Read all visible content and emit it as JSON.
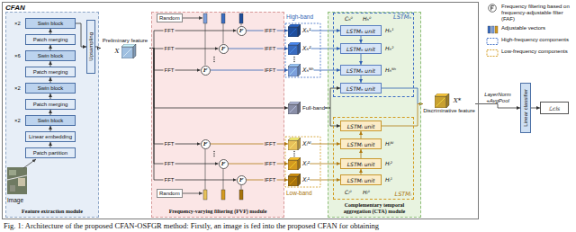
{
  "diagram": {
    "caption": "Fig. 1: Architecture of the proposed CFAN-OSFGR method: Firstly, an image is fed into the proposed CFAN for obtaining",
    "nodes": [
      {
        "text": [
          "CFAN"
        ]
      },
      {
        "text": [
          "Feature extraction module"
        ],
        "in": 0
      },
      {
        "text": [
          "Swin block"
        ],
        "in": 1
      },
      {
        "text": [
          "Patch merging"
        ],
        "in": 1
      },
      {
        "text": [
          "Swin block"
        ],
        "in": 1
      },
      {
        "text": [
          "Patch merging"
        ],
        "in": 1
      },
      {
        "text": [
          "Swin block"
        ],
        "in": 1
      },
      {
        "text": [
          "Patch merging"
        ],
        "in": 1
      },
      {
        "text": [
          "Swin block"
        ],
        "in": 1
      },
      {
        "text": [
          "Linear embedding"
        ],
        "in": 1
      },
      {
        "text": [
          "Patch partition"
        ],
        "in": 1
      },
      {
        "text": [
          "Upsampling"
        ],
        "in": 1
      },
      {
        "text": [
          "Preliminary feature",
          "X"
        ],
        "in": 0
      },
      {
        "text": [
          "Frequency-varying filtering (FVF) module"
        ],
        "in": 0
      },
      {
        "text": [
          "Random"
        ],
        "in": 13
      },
      {
        "text": [
          "F"
        ],
        "in": 13
      },
      {
        "text": [
          "F"
        ],
        "in": 13
      },
      {
        "text": [
          "F"
        ],
        "in": 13
      },
      {
        "text": [
          "F"
        ],
        "in": 13
      },
      {
        "text": [
          "F"
        ],
        "in": 13
      },
      {
        "text": [
          "F"
        ],
        "in": 13
      },
      {
        "text": [
          "Random"
        ],
        "in": 13
      },
      {
        "text": [
          "Xₕ¹"
        ],
        "in": 0
      },
      {
        "text": [
          "Xₕ²"
        ],
        "in": 0
      },
      {
        "text": [
          "Xₕᴺʰ"
        ],
        "in": 0
      },
      {
        "text": [
          "Full-band"
        ],
        "in": 0
      },
      {
        "text": [
          "Xₗᴺˡ"
        ],
        "in": 0
      },
      {
        "text": [
          "Xₗ²"
        ],
        "in": 0
      },
      {
        "text": [
          "Xₗ¹"
        ],
        "in": 0
      },
      {
        "text": [
          "Complementary temporal aggregation (CTA) module"
        ],
        "in": 0
      },
      {
        "text": [
          "LSTMₕ"
        ],
        "in": 29
      },
      {
        "text": [
          "LSTMₕ unit"
        ],
        "in": 30
      },
      {
        "text": [
          "LSTMₕ unit"
        ],
        "in": 30
      },
      {
        "text": [
          "LSTMₕ unit"
        ],
        "in": 30
      },
      {
        "text": [
          "LSTMₕ unit"
        ],
        "in": 30
      },
      {
        "text": [
          "LSTMₗ"
        ],
        "in": 29
      },
      {
        "text": [
          "LSTMₗ unit"
        ],
        "in": 35
      },
      {
        "text": [
          "LSTMₗ unit"
        ],
        "in": 35
      },
      {
        "text": [
          "LSTMₗ unit"
        ],
        "in": 35
      },
      {
        "text": [
          "LSTMₗ unit"
        ],
        "in": 35
      },
      {
        "text": [
          "Discriminative feature",
          "X*"
        ],
        "in": 0
      },
      {
        "text": [
          "Linear classifier"
        ]
      },
      {
        "text": [
          "ℒcls"
        ]
      }
    ],
    "edges": [
      {
        "from": 10,
        "to": 9,
        "arrow": "to"
      },
      {
        "from": 9,
        "to": 8,
        "arrow": "to"
      },
      {
        "from": 8,
        "to": 7,
        "arrow": "to"
      },
      {
        "from": 7,
        "to": 6,
        "arrow": "to"
      },
      {
        "from": 6,
        "to": 5,
        "arrow": "to"
      },
      {
        "from": 5,
        "to": 4,
        "arrow": "to"
      },
      {
        "from": 4,
        "to": 3,
        "arrow": "to"
      },
      {
        "from": 3,
        "to": 2,
        "arrow": "to"
      },
      {
        "from": 2,
        "to": 11,
        "arrow": "to"
      },
      {
        "from": 11,
        "to": 12,
        "arrow": "to"
      },
      {
        "from": 12,
        "to": 15,
        "label": "FFT",
        "arrow": "to"
      },
      {
        "from": 12,
        "to": 16,
        "label": "FFT",
        "arrow": "to"
      },
      {
        "from": 12,
        "to": 17,
        "label": "FFT",
        "arrow": "to"
      },
      {
        "from": 12,
        "to": 25,
        "arrow": "to"
      },
      {
        "from": 12,
        "to": 18,
        "label": "FFT",
        "arrow": "to"
      },
      {
        "from": 12,
        "to": 19,
        "label": "FFT",
        "arrow": "to"
      },
      {
        "from": 12,
        "to": 20,
        "label": "FFT",
        "arrow": "to"
      },
      {
        "from": 15,
        "to": 22,
        "label": "IFFT",
        "arrow": "to"
      },
      {
        "from": 16,
        "to": 23,
        "label": "IFFT",
        "arrow": "to"
      },
      {
        "from": 17,
        "to": 24,
        "label": "IFFT",
        "arrow": "to"
      },
      {
        "from": 18,
        "to": 26,
        "label": "IFFT",
        "arrow": "to"
      },
      {
        "from": 19,
        "to": 27,
        "label": "IFFT",
        "arrow": "to"
      },
      {
        "from": 20,
        "to": 28,
        "label": "IFFT",
        "arrow": "to"
      },
      {
        "from": 22,
        "to": 31,
        "arrow": "to"
      },
      {
        "from": 23,
        "to": 32,
        "arrow": "to"
      },
      {
        "from": 24,
        "to": 33,
        "arrow": "to"
      },
      {
        "from": 25,
        "to": 34,
        "arrow": "to"
      },
      {
        "from": 25,
        "to": 36,
        "arrow": "to"
      },
      {
        "from": 26,
        "to": 37,
        "arrow": "to"
      },
      {
        "from": 27,
        "to": 38,
        "arrow": "to"
      },
      {
        "from": 28,
        "to": 39,
        "arrow": "to"
      },
      {
        "from": 31,
        "to": 32,
        "arrow": "to"
      },
      {
        "from": 32,
        "to": 33,
        "arrow": "to"
      },
      {
        "from": 33,
        "to": 34,
        "arrow": "to"
      },
      {
        "from": 39,
        "to": 38,
        "arrow": "to"
      },
      {
        "from": 38,
        "to": 37,
        "arrow": "to"
      },
      {
        "from": 37,
        "to": 36,
        "arrow": "to"
      },
      {
        "from": 34,
        "to": 40,
        "arrow": "to"
      },
      {
        "from": 36,
        "to": 40,
        "arrow": "to"
      },
      {
        "from": 40,
        "to": 41,
        "label": "LayerNorm +AvgPool",
        "arrow": "to"
      },
      {
        "from": 41,
        "to": 42,
        "arrow": "to"
      }
    ],
    "labels": [
      "×2",
      "×6",
      "×2",
      "×2",
      "Image",
      "High-band",
      "Low-band",
      "Cₕ⁰",
      "Hₕ⁰",
      "Hₕ¹",
      "Hₕ²",
      "Hₕᴺʰ",
      "Hₗᴺˡ",
      "Hₗ²",
      "Hₗ¹",
      "Cₗ⁰",
      "Hₗ⁰"
    ],
    "legend": [
      {
        "text": "Frequency filtering based on frequency-adjustable filter (FAF)"
      },
      {
        "text": "Adjustable vectors"
      },
      {
        "text": "High-frequency components"
      },
      {
        "text": "Low-frequency components"
      }
    ]
  }
}
